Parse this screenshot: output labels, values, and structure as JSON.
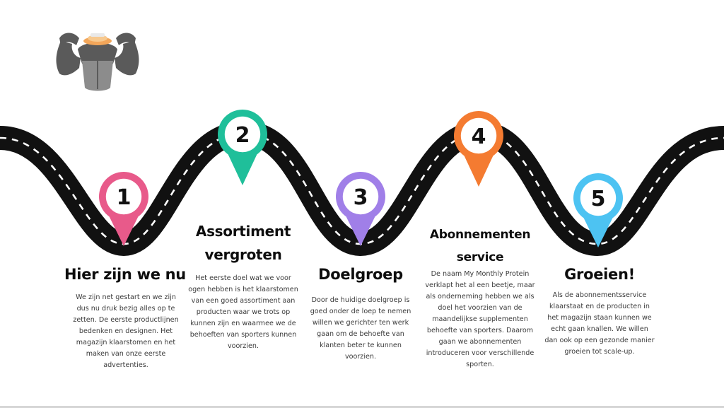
{
  "colors": {
    "road": "#111111",
    "road_dash": "#ffffff",
    "pin_1": "#e85a8a",
    "pin_2": "#1fbf9a",
    "pin_3": "#a07fe8",
    "pin_4": "#f47b31",
    "pin_5": "#4dc3f2"
  },
  "logo": {
    "icon": "strongman-icon"
  },
  "steps": [
    {
      "number": "1",
      "title": "Hier zijn we nu",
      "body": [
        "We zijn net gestart en we zijn",
        "dus nu druk bezig alles op te",
        "zetten. De eerste productlijnen",
        "bedenken en designen. Het",
        "magazijn klaarstomen en het",
        "maken van onze eerste",
        "advertenties."
      ]
    },
    {
      "number": "2",
      "title": [
        "Assortiment",
        "vergroten"
      ],
      "body": [
        "Het eerste doel wat we voor",
        "ogen hebben is het klaarstomen",
        "van een goed assortiment aan",
        "producten waar we trots op",
        "kunnen zijn en waarmee we de",
        "behoeften van sporters kunnen",
        "voorzien."
      ]
    },
    {
      "number": "3",
      "title": "Doelgroep",
      "body": [
        "Door de huidige doelgroep is",
        "goed onder de loep te nemen",
        "willen we gerichter ten werk",
        "gaan om de behoefte van",
        "klanten beter te kunnen",
        "voorzien."
      ]
    },
    {
      "number": "4",
      "title": [
        "Abonnementen",
        "service"
      ],
      "body": [
        "De naam My Monthly Protein",
        "verklapt het al een beetje, maar",
        "als onderneming hebben we als",
        "doel het voorzien van de",
        "maandelijkse supplementen",
        "behoefte van sporters. Daarom",
        "gaan we abonnementen",
        "introduceren voor verschillende",
        "sporten."
      ]
    },
    {
      "number": "5",
      "title": "Groeien!",
      "body": [
        "Als de abonnementsservice",
        "klaarstaat en de producten in",
        "het magazijn staan kunnen we",
        "echt gaan knallen. We willen",
        "dan ook op een gezonde manier",
        "groeien tot scale-up."
      ]
    }
  ]
}
